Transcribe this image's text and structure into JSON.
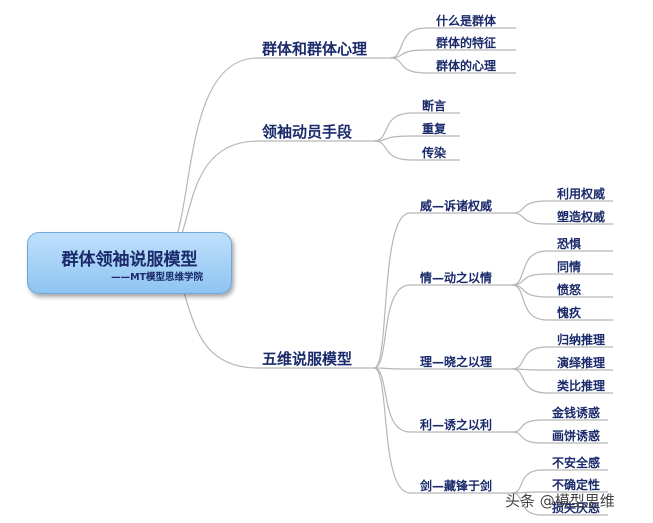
{
  "root": {
    "title": "群体领袖说服模型",
    "subtitle": "——MT模型思维学院"
  },
  "branches": [
    {
      "label": "群体和群体心理",
      "children": [
        {
          "label": "什么是群体"
        },
        {
          "label": "群体的特征"
        },
        {
          "label": "群体的心理"
        }
      ]
    },
    {
      "label": "领袖动员手段",
      "children": [
        {
          "label": "断言"
        },
        {
          "label": "重复"
        },
        {
          "label": "传染"
        }
      ]
    },
    {
      "label": "五维说服模型",
      "children": [
        {
          "label": "威—诉诸权威",
          "children": [
            {
              "label": "利用权威"
            },
            {
              "label": "塑造权威"
            }
          ]
        },
        {
          "label": "情—动之以情",
          "children": [
            {
              "label": "恐惧"
            },
            {
              "label": "同情"
            },
            {
              "label": "愤怒"
            },
            {
              "label": "愧疚"
            }
          ]
        },
        {
          "label": "理—晓之以理",
          "children": [
            {
              "label": "归纳推理"
            },
            {
              "label": "演绎推理"
            },
            {
              "label": "类比推理"
            }
          ]
        },
        {
          "label": "利—诱之以利",
          "children": [
            {
              "label": "金钱诱惑"
            },
            {
              "label": "画饼诱惑"
            }
          ]
        },
        {
          "label": "剑—藏锋于剑",
          "children": [
            {
              "label": "不安全感"
            },
            {
              "label": "不确定性"
            },
            {
              "label": "损失厌恶"
            }
          ]
        }
      ]
    }
  ],
  "watermark": "头条 @模型思维",
  "colors": {
    "line": "#b7b7b7",
    "text": "#1a2a6b",
    "root_fill": "#a9d3f7"
  }
}
